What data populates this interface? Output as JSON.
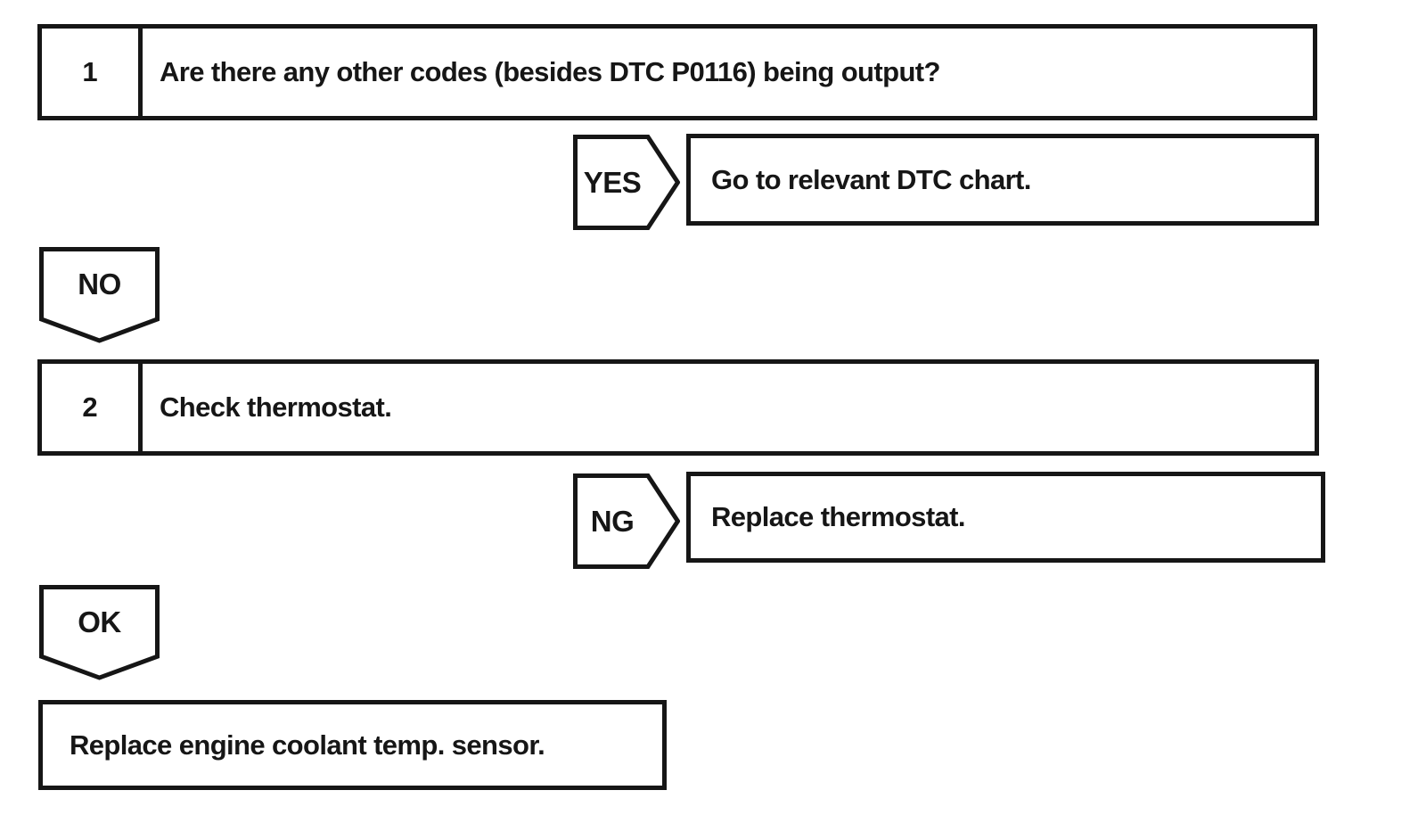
{
  "colors": {
    "ink": "#161616",
    "paper": "#ffffff"
  },
  "flowchart": {
    "step1": {
      "number": "1",
      "question": "Are there any other codes (besides DTC P0116) being output?"
    },
    "yes_branch": {
      "label": "YES",
      "action": "Go to relevant DTC chart."
    },
    "no_connector": {
      "label": "NO"
    },
    "step2": {
      "number": "2",
      "question": "Check thermostat."
    },
    "ng_branch": {
      "label": "NG",
      "action": "Replace thermostat."
    },
    "ok_connector": {
      "label": "OK"
    },
    "final_action": {
      "text": "Replace engine coolant temp. sensor."
    }
  }
}
